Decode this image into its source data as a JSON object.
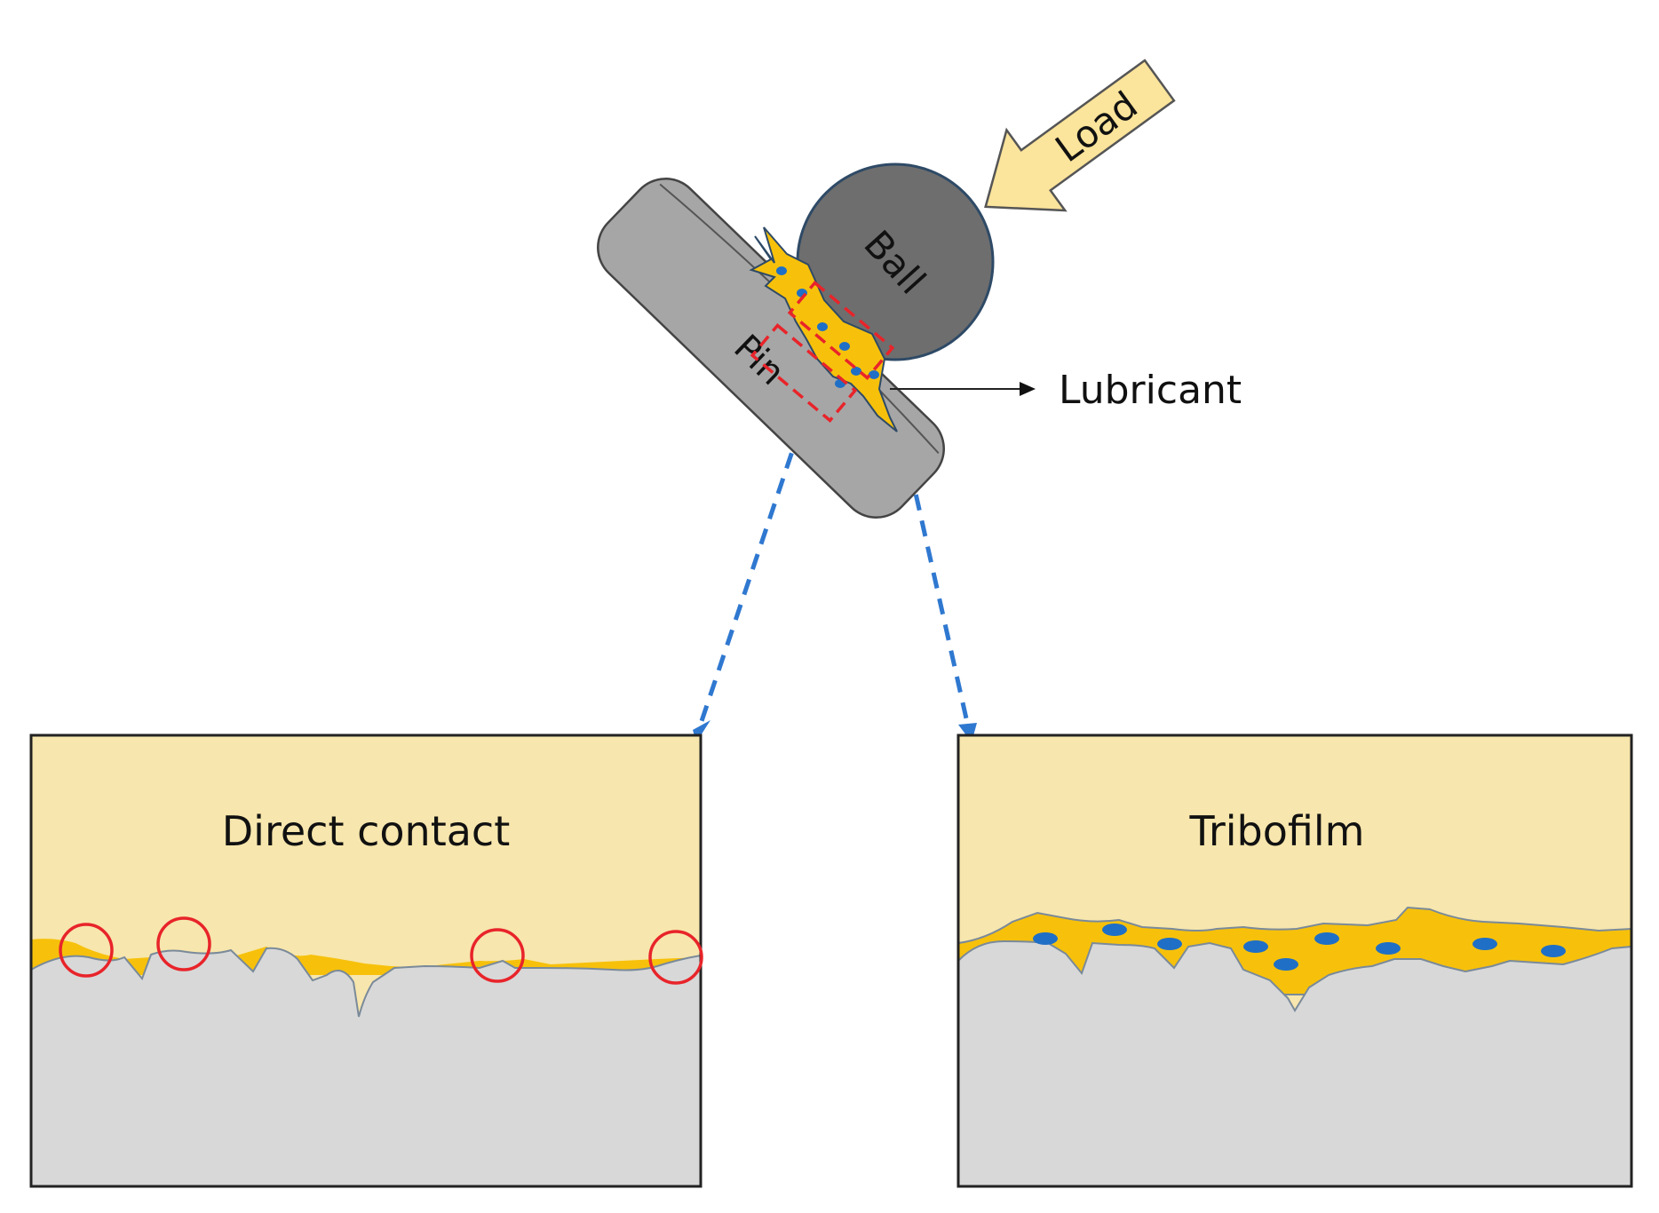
{
  "labels": {
    "load": "Load",
    "ball": "Ball",
    "pin": "Pin",
    "lubricant": "Lubricant",
    "panel_left_title": "Direct contact",
    "panel_right_title": "Tribofilm"
  },
  "colors": {
    "pin_fill": "#a6a6a6",
    "ball_fill": "#6e6e6e",
    "load_arrow_fill": "#fbe49b",
    "lubricant_yellow": "#f7c10b",
    "particle_blue": "#1f6fc6",
    "panel_top_fill": "#f7e6ad",
    "panel_bottom_fill": "#d8d8d8",
    "contact_circle": "#e8242a",
    "zoom_dash_blue": "#2f78d0",
    "zoom_box_red": "#e8242a"
  },
  "icons": {
    "load_arrow": "load-arrow-icon",
    "callout_arrow": "arrowhead-icon"
  }
}
